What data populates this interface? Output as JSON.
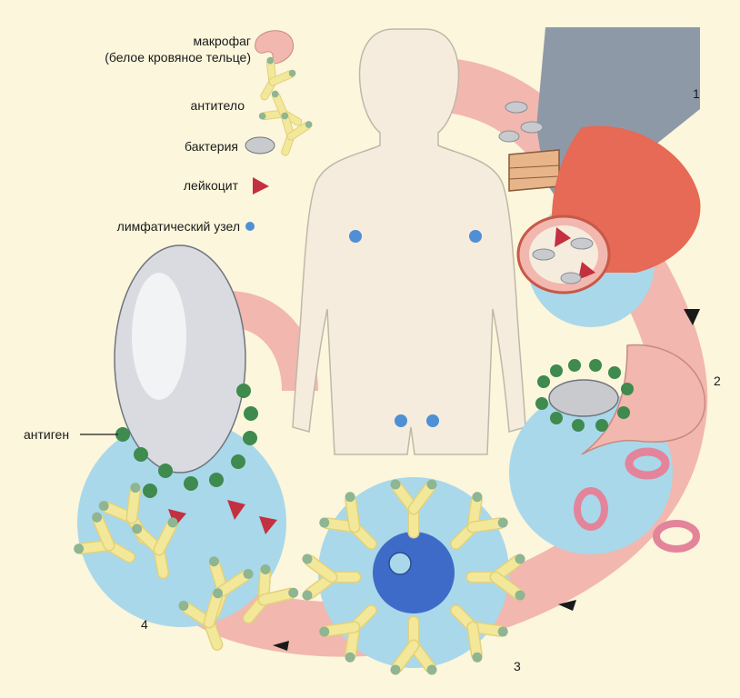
{
  "legend": {
    "macrophage_line1": "макрофаг",
    "macrophage_line2": "(белое кровяное тельце)",
    "antibody": "антитело",
    "bacterium": "бактерия",
    "leukocyte": "лейкоцит",
    "lymph_node": "лимфатический узел"
  },
  "labels": {
    "antigen": "антиген"
  },
  "steps": [
    "1",
    "2",
    "3",
    "4"
  ],
  "colors": {
    "background": "#fbf6dc",
    "body": "#f6ecdd",
    "vessel_pink": "#f2b7ae",
    "vessel_red": "#e66a55",
    "cell_blue": "#a9d8ea",
    "nucleus_blue": "#3f6bc8",
    "antibody_yellow": "#f3e89a",
    "antibody_tip_green": "#8fb592",
    "bacterium_grey": "#c8cacd",
    "leukocyte_red": "#c43040",
    "antigen_green": "#3f8a4e",
    "lymph_node_dot": "#4f8fd6",
    "wound_grey": "#8e99a8"
  },
  "icons": [
    "macrophage-icon",
    "antibody-icon",
    "bacterium-icon",
    "leukocyte-icon",
    "lymph-node-icon",
    "arrowhead-icon"
  ]
}
